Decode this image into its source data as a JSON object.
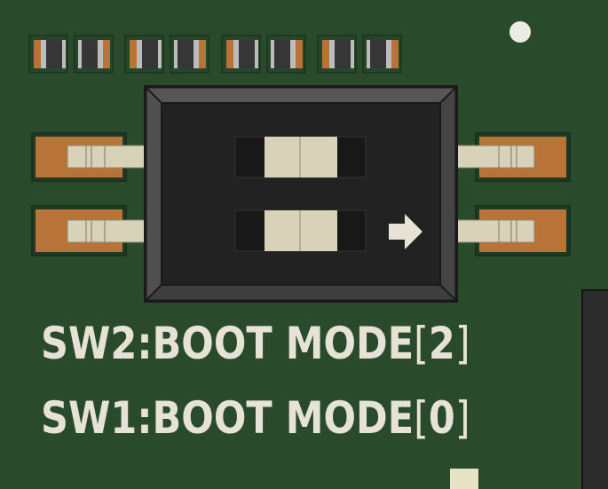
{
  "board": {
    "background": "#2a4a2c",
    "copper_pad_color": "#b87338",
    "switch_body_color": "#2b2b2b",
    "actuator_color": "#d8d2b8",
    "silkscreen_color": "#e6e2d6"
  },
  "resistors": [
    {
      "id": "r1"
    },
    {
      "id": "r2"
    },
    {
      "id": "r3"
    },
    {
      "id": "r4"
    }
  ],
  "dip_switch": {
    "positions": 2,
    "direction_marker": "arrow-right-icon"
  },
  "labels": {
    "sw2_prefix": "SW2:BOOT MODE",
    "sw2_open": "[",
    "sw2_value": "2",
    "sw2_close": "]",
    "sw1_prefix": "SW1:BOOT MODE",
    "sw1_open": "[",
    "sw1_value": "0",
    "sw1_close": "]"
  }
}
